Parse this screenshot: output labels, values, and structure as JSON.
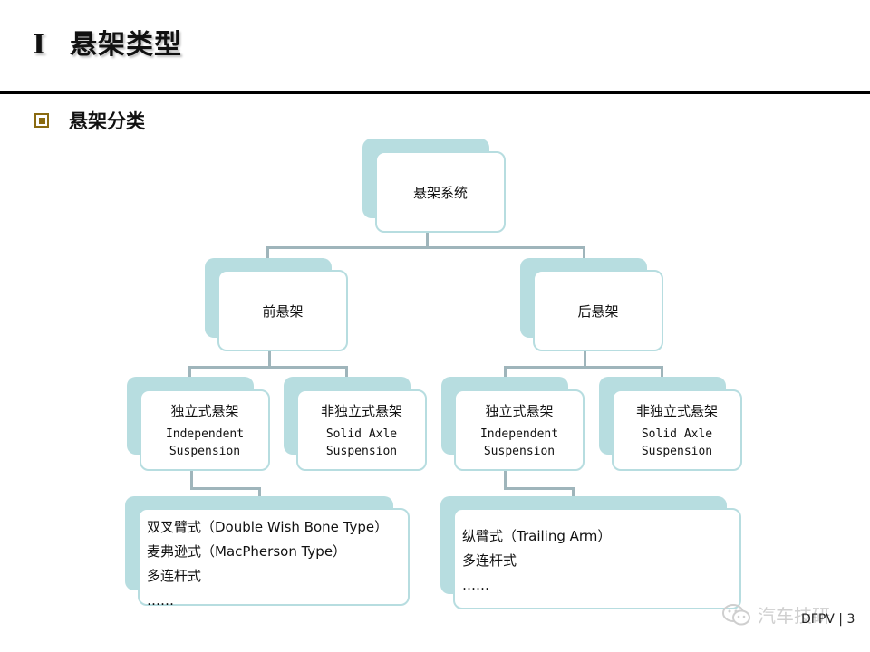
{
  "header": {
    "numeral": "I",
    "title": "悬架类型"
  },
  "section": {
    "title": "悬架分类"
  },
  "diagram": {
    "root": {
      "label": "悬架系统"
    },
    "front": {
      "label": "前悬架",
      "independent": {
        "cn": "独立式悬架",
        "en1": "Independent",
        "en2": "Suspension"
      },
      "solid": {
        "cn": "非独立式悬架",
        "en1": "Solid Axle",
        "en2": "Suspension"
      },
      "types": [
        "双叉臂式（Double Wish Bone Type）",
        "麦弗逊式（MacPherson Type）",
        "多连杆式",
        "……"
      ]
    },
    "rear": {
      "label": "后悬架",
      "independent": {
        "cn": "独立式悬架",
        "en1": "Independent",
        "en2": "Suspension"
      },
      "solid": {
        "cn": "非独立式悬架",
        "en1": "Solid Axle",
        "en2": "Suspension"
      },
      "types": [
        "纵臂式（Trailing Arm）",
        "多连杆式",
        "……"
      ]
    }
  },
  "footer": {
    "watermark": "汽车技研",
    "page": "DFPV | 3"
  }
}
